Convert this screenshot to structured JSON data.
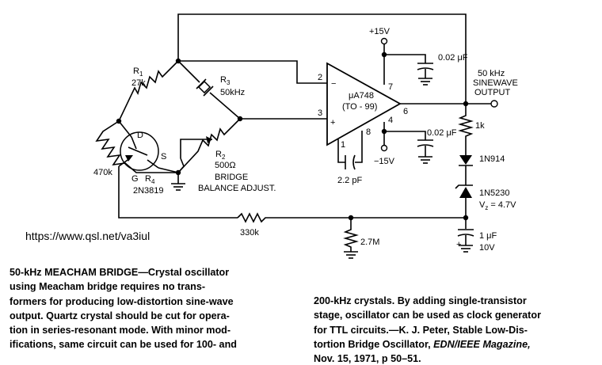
{
  "schematic": {
    "r1": {
      "name": "R",
      "sub": "1",
      "value": "27k"
    },
    "r2": {
      "name": "R",
      "sub": "2",
      "value": "500Ω",
      "note_line1": "BRIDGE",
      "note_line2": "BALANCE ADJUST."
    },
    "r3": {
      "name": "R",
      "sub": "3",
      "value": "50kHz"
    },
    "r4": {
      "name": "R",
      "sub": "4",
      "part": "2N3819"
    },
    "fet": {
      "d": "D",
      "g": "G",
      "s": "S"
    },
    "r470": "470k",
    "r330": "330k",
    "r1k": "1k",
    "r27m": "2.7M",
    "opamp": {
      "part": "μA748",
      "package": "(TO - 99)",
      "minus": "−",
      "plus": "+"
    },
    "pins": {
      "p1": "1",
      "p2": "2",
      "p3": "3",
      "p4": "4",
      "p6": "6",
      "p7": "7",
      "p8": "8"
    },
    "supply_pos": "+15V",
    "supply_neg": "−15V",
    "cap_top": "0.02 μF",
    "cap_mid": "0.02 μF",
    "cap_comp": "2.2 pF",
    "cap_out": {
      "value": "1 μF",
      "voltage": "10V"
    },
    "output": {
      "line1": "50 kHz",
      "line2": "SINEWAVE",
      "line3": "OUTPUT"
    },
    "diode1": "1N914",
    "zener": {
      "part": "1N5230",
      "vz_label": "V",
      "vz_sub": "z",
      "vz_value": " = 4.7V"
    }
  },
  "url": "https://www.qsl.net/va3iul",
  "caption": {
    "col1": [
      "50-kHz MEACHAM BRIDGE—Crystal oscillator",
      "using Meacham bridge requires no trans-",
      "formers for producing low-distortion sine-wave",
      "output. Quartz crystal should be cut for opera-",
      "tion in series-resonant mode. With minor mod-",
      "ifications, same circuit can be used for 100- and"
    ],
    "col2_l1": "200-kHz crystals. By adding single-transistor",
    "col2_l2": "stage, oscillator can be used as clock generator",
    "col2_l3": "for TTL circuits.—K. J. Peter, Stable Low-Dis-",
    "col2_l4_a": "tortion Bridge Oscillator, ",
    "col2_l4_b": "EDN/IEEE Magazine,",
    "col2_l5": "Nov. 15, 1971, p 50–51."
  }
}
